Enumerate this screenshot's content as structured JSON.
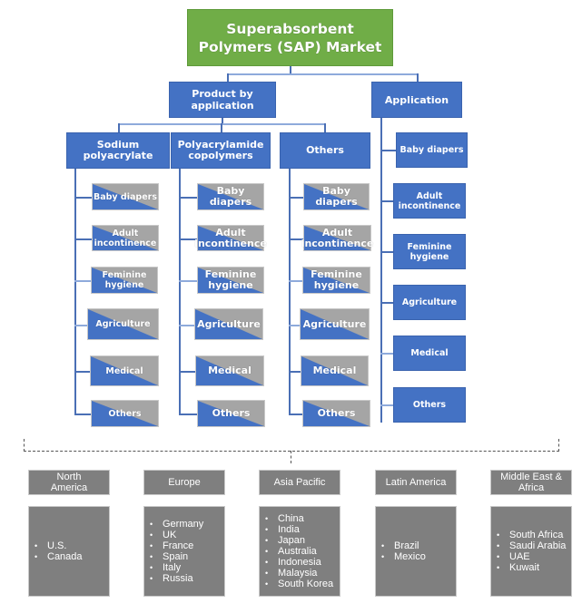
{
  "title": "Superabsorbent Polymers (SAP) Market",
  "title_lines": [
    "Superabsorbent",
    "Polymers (SAP) Market"
  ],
  "colors": {
    "root": "#70ad47",
    "node": "#4472c4",
    "split_secondary": "#a5a5a5",
    "region": "#7f7f7f"
  },
  "branches": {
    "product": {
      "label_lines": [
        "Product by",
        "application"
      ],
      "types": [
        {
          "label_lines": [
            "Sodium",
            "polyacrylate"
          ],
          "items": [
            [
              "Baby diapers"
            ],
            [
              "Adult",
              "incontinence"
            ],
            [
              "Feminine",
              "hygiene"
            ],
            [
              "Agriculture"
            ],
            [
              "Medical"
            ],
            [
              "Others"
            ]
          ]
        },
        {
          "label_lines": [
            "Polyacrylamide",
            "copolymers"
          ],
          "items": [
            [
              "Baby diapers"
            ],
            [
              "Adult",
              "incontinence"
            ],
            [
              "Feminine",
              "hygiene"
            ],
            [
              "Agriculture"
            ],
            [
              "Medical"
            ],
            [
              "Others"
            ]
          ]
        },
        {
          "label_lines": [
            "Others"
          ],
          "items": [
            [
              "Baby diapers"
            ],
            [
              "Adult",
              "incontinence"
            ],
            [
              "Feminine",
              "hygiene"
            ],
            [
              "Agriculture"
            ],
            [
              "Medical"
            ],
            [
              "Others"
            ]
          ]
        }
      ]
    },
    "application": {
      "label": "Application",
      "items": [
        [
          "Baby diapers"
        ],
        [
          "Adult",
          "incontinence"
        ],
        [
          "Feminine",
          "hygiene"
        ],
        [
          "Agriculture"
        ],
        [
          "Medical"
        ],
        [
          "Others"
        ]
      ]
    }
  },
  "regions": [
    {
      "title_lines": [
        "North",
        "America"
      ],
      "countries": [
        "U.S.",
        "Canada"
      ]
    },
    {
      "title_lines": [
        "Europe"
      ],
      "countries": [
        "Germany",
        "UK",
        "France",
        "Spain",
        "Italy",
        "Russia"
      ]
    },
    {
      "title_lines": [
        "Asia Pacific"
      ],
      "countries": [
        "China",
        "India",
        "Japan",
        "Australia",
        "Indonesia",
        "Malaysia",
        "South Korea"
      ]
    },
    {
      "title_lines": [
        "Latin America"
      ],
      "countries": [
        "Brazil",
        "Mexico"
      ]
    },
    {
      "title_lines": [
        "Middle East &",
        "Africa"
      ],
      "countries": [
        "South Africa",
        "Saudi Arabia",
        "UAE",
        "Kuwait"
      ]
    }
  ]
}
